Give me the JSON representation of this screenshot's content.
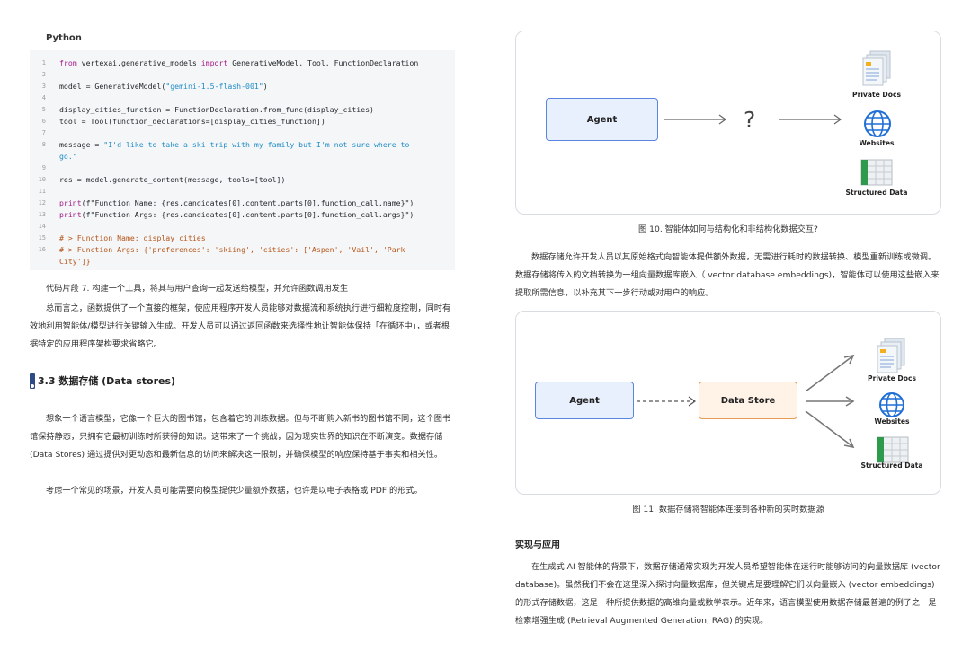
{
  "code": {
    "language": "Python",
    "lines": [
      {
        "n": "1",
        "parts": [
          {
            "t": "from",
            "c": "kw"
          },
          {
            "t": " vertexai.generative_models ",
            "c": ""
          },
          {
            "t": "import",
            "c": "kw"
          },
          {
            "t": " GenerativeModel, Tool, FunctionDeclaration",
            "c": ""
          }
        ]
      },
      {
        "n": "2",
        "parts": []
      },
      {
        "n": "3",
        "parts": [
          {
            "t": "model = GenerativeModel(",
            "c": ""
          },
          {
            "t": "\"gemini-1.5-flash-001\"",
            "c": "str"
          },
          {
            "t": ")",
            "c": ""
          }
        ]
      },
      {
        "n": "4",
        "parts": []
      },
      {
        "n": "5",
        "parts": [
          {
            "t": "display_cities_function = FunctionDeclaration.from_func(display_cities)",
            "c": ""
          }
        ]
      },
      {
        "n": "6",
        "parts": [
          {
            "t": "tool = Tool(function_declarations=[display_cities_function])",
            "c": ""
          }
        ]
      },
      {
        "n": "7",
        "parts": []
      },
      {
        "n": "8",
        "parts": [
          {
            "t": "message = ",
            "c": ""
          },
          {
            "t": "\"I'd like to take a ski trip with my family but I'm not sure where to",
            "c": "str"
          }
        ]
      },
      {
        "n": "",
        "parts": [
          {
            "t": "go.\"",
            "c": "str"
          }
        ]
      },
      {
        "n": "9",
        "parts": []
      },
      {
        "n": "10",
        "parts": [
          {
            "t": "res = model.generate_content(message, tools=[tool])",
            "c": ""
          }
        ]
      },
      {
        "n": "11",
        "parts": []
      },
      {
        "n": "12",
        "parts": [
          {
            "t": "print",
            "c": "kw"
          },
          {
            "t": "(f\"Function Name: {res.candidates[0].content.parts[0].function_call.name}\")",
            "c": ""
          }
        ]
      },
      {
        "n": "13",
        "parts": [
          {
            "t": "print",
            "c": "kw"
          },
          {
            "t": "(f\"Function Args: {res.candidates[0].content.parts[0].function_call.args}\")",
            "c": ""
          }
        ]
      },
      {
        "n": "14",
        "parts": []
      },
      {
        "n": "15",
        "parts": [
          {
            "t": "# > Function Name: display_cities",
            "c": "cm"
          }
        ]
      },
      {
        "n": "16",
        "parts": [
          {
            "t": "# > Function Args: {'preferences': 'skiing', 'cities': ['Aspen', 'Vail', 'Park",
            "c": "cm"
          }
        ]
      },
      {
        "n": "",
        "parts": [
          {
            "t": "City']}",
            "c": "cm"
          }
        ]
      }
    ]
  },
  "left": {
    "code_caption": "代码片段 7. 构建一个工具，将其与用户查询一起发送给模型，并允许函数调用发生",
    "para1": "总而言之，函数提供了一个直接的框架，使应用程序开发人员能够对数据流和系统执行进行细粒度控制，同时有效地利用智能体/模型进行关键输入生成。开发人员可以通过返回函数来选择性地让智能体保持「在循环中」，或者根据特定的应用程序架构要求省略它。",
    "section_title": "3.3 数据存储 (Data stores)",
    "para2": "想象一个语言模型，它像一个巨大的图书馆，包含着它的训练数据。但与不断购入新书的图书馆不同，这个图书馆保持静态，只拥有它最初训练时所获得的知识。这带来了一个挑战，因为现实世界的知识在不断演变。数据存储 (Data Stores) 通过提供对更动态和最新信息的访问来解决这一限制，并确保模型的响应保持基于事实和相关性。",
    "para3": "考虑一个常见的场景，开发人员可能需要向模型提供少量额外数据，也许是以电子表格或 PDF 的形式。"
  },
  "figure10": {
    "agent_label": "Agent",
    "question": "?",
    "private_docs": "Private Docs",
    "websites": "Websites",
    "structured_data": "Structured Data",
    "caption": "图 10. 智能体如何与结构化和非结构化数据交互?"
  },
  "right": {
    "para1": "数据存储允许开发人员以其原始格式向智能体提供额外数据，无需进行耗时的数据转换、模型重新训练或微调。数据存储将传入的文档转换为一组向量数据库嵌入（ vector database embeddings)，智能体可以使用这些嵌入来提取所需信息，以补充其下一步行动或对用户的响应。",
    "subhead": "实现与应用",
    "para2": "在生成式 AI 智能体的背景下，数据存储通常实现为开发人员希望智能体在运行时能够访问的向量数据库 (vector database)。虽然我们不会在这里深入探讨向量数据库，但关键点是要理解它们以向量嵌入 (vector embeddings) 的形式存储数据，这是一种所提供数据的高维向量或数学表示。近年来，语言模型使用数据存储最普遍的例子之一是检索增强生成 (Retrieval Augmented Generation, RAG) 的实现。"
  },
  "figure11": {
    "agent_label": "Agent",
    "store_label": "Data Store",
    "private_docs": "Private Docs",
    "websites": "Websites",
    "structured_data": "Structured Data",
    "caption": "图 11. 数据存储将智能体连接到各种新的实时数据源"
  },
  "colors": {
    "agent_fill": "#e9f0fd",
    "agent_border": "#5b86e0",
    "store_fill": "#fff3e8",
    "store_border": "#e89c55",
    "code_bg": "#f5f6f7",
    "section_bar": "#2e4b86"
  }
}
